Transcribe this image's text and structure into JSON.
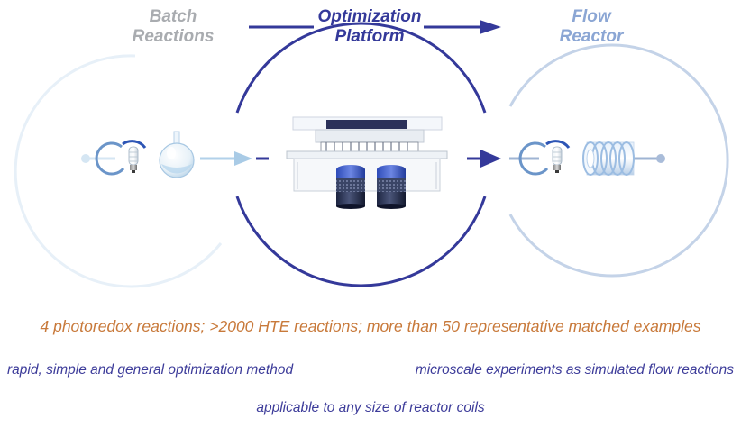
{
  "stages": {
    "batch": {
      "title_line1": "Batch",
      "title_line2": "Reactions",
      "color": "#a9acb0"
    },
    "platform": {
      "title_line1": "Optimization",
      "title_line2": "Platform",
      "color": "#34399a"
    },
    "flow": {
      "title_line1": "Flow",
      "title_line2": "Reactor",
      "color": "#8ba6d4"
    }
  },
  "summary": {
    "stats": "4 photoredox reactions; >2000 HTE reactions; more than 50 representative matched examples",
    "stats_color": "#c8793a",
    "feature_left": "rapid, simple and general optimization method",
    "feature_right": "microscale experiments as simulated flow reactions",
    "feature_bottom": "applicable to any size of reactor coils",
    "feature_color": "#3d3c9a"
  },
  "icons": [
    "lightbulb-icon",
    "round-bottom-flask-icon",
    "hte-plate-robot-icon",
    "reactor-coil-icon"
  ]
}
